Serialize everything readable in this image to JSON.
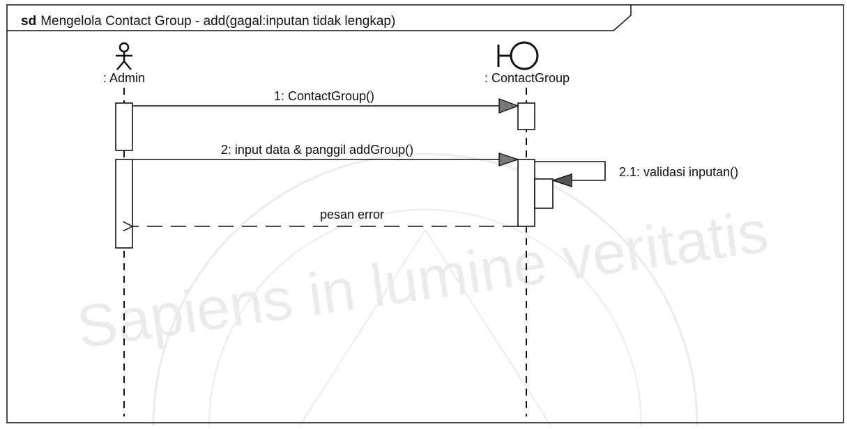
{
  "frame": {
    "keyword": "sd",
    "title": "Mengelola Contact Group - add(gagal:inputan tidak lengkap)"
  },
  "lifelines": {
    "admin": {
      "label": ": Admin",
      "kind": "actor"
    },
    "contact_group": {
      "label": ": ContactGroup",
      "kind": "boundary"
    }
  },
  "messages": {
    "m1": {
      "label": "1: ContactGroup()",
      "kind": "synchronous"
    },
    "m2": {
      "label": "2: input data & panggil addGroup()",
      "kind": "synchronous"
    },
    "m21": {
      "label": "2.1: validasi inputan()",
      "kind": "self"
    },
    "m3": {
      "label": "pesan error",
      "kind": "return"
    }
  },
  "watermark": {
    "text": "Sapiens in lumine veritatis"
  }
}
